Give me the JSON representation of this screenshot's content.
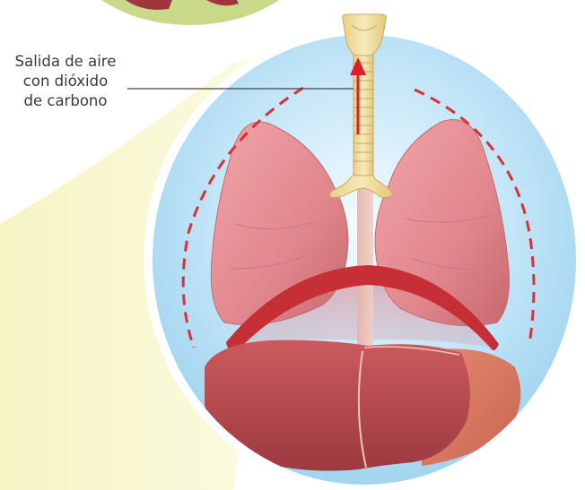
{
  "label": {
    "line1": "Salida de aire",
    "line2": "con dióxido",
    "line3": "de carbono"
  },
  "colors": {
    "background_circle_fill": "#b3dcf3",
    "green_circle_fill": "#c8d98a",
    "yellow_wash": "#f3f2b8",
    "dashed_lines": "#d7323a",
    "arrow": "#e21d27",
    "diaphragm": "#c62f35",
    "lung": "#e48a90",
    "liver": "#b9484c",
    "trachea": "#f1dfa2"
  },
  "icons": {
    "airflow": "red-up-arrow",
    "expansion_guides": "red-dashed-curves"
  }
}
